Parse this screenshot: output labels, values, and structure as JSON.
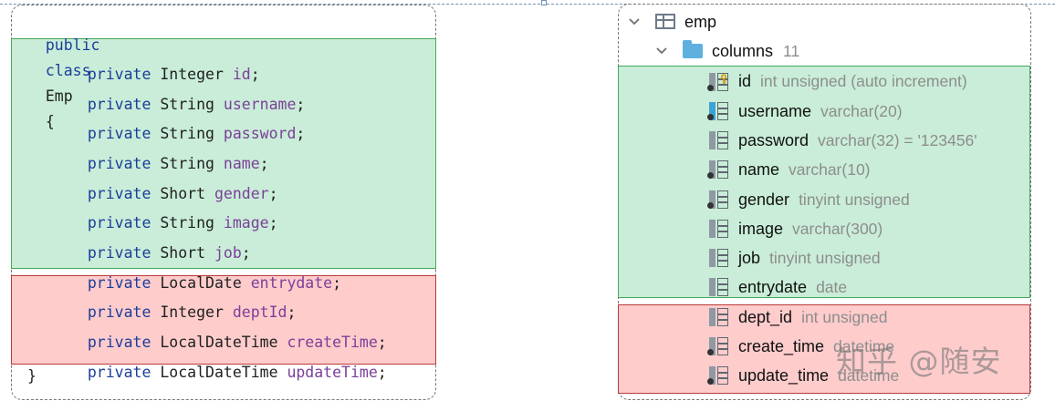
{
  "code": {
    "header": {
      "kw1": "public",
      "kw2": "class",
      "name": "Emp",
      "brace": "{"
    },
    "fields": [
      {
        "type": "Integer",
        "name": "id"
      },
      {
        "type": "String",
        "name": "username"
      },
      {
        "type": "String",
        "name": "password"
      },
      {
        "type": "String",
        "name": "name"
      },
      {
        "type": "Short",
        "name": "gender"
      },
      {
        "type": "String",
        "name": "image"
      },
      {
        "type": "Short",
        "name": "job"
      },
      {
        "type": "LocalDate",
        "name": "entrydate"
      },
      {
        "type": "Integer",
        "name": "deptId"
      },
      {
        "type": "LocalDateTime",
        "name": "createTime"
      },
      {
        "type": "LocalDateTime",
        "name": "updateTime"
      }
    ],
    "modifier": "private",
    "semicolon": ";",
    "closing": "}"
  },
  "tree": {
    "table": "emp",
    "columns_label": "columns",
    "columns_count": "11",
    "columns": [
      {
        "name": "id",
        "meta": "int unsigned (auto increment)",
        "icon": "primary-key-column-icon"
      },
      {
        "name": "username",
        "meta": "varchar(20)",
        "icon": "unique-column-icon"
      },
      {
        "name": "password",
        "meta": "varchar(32) = '123456'",
        "icon": "column-icon"
      },
      {
        "name": "name",
        "meta": "varchar(10)",
        "icon": "not-null-column-icon"
      },
      {
        "name": "gender",
        "meta": "tinyint unsigned",
        "icon": "not-null-column-icon"
      },
      {
        "name": "image",
        "meta": "varchar(300)",
        "icon": "column-icon"
      },
      {
        "name": "job",
        "meta": "tinyint unsigned",
        "icon": "column-icon"
      },
      {
        "name": "entrydate",
        "meta": "date",
        "icon": "column-icon"
      },
      {
        "name": "dept_id",
        "meta": "int unsigned",
        "icon": "column-icon"
      },
      {
        "name": "create_time",
        "meta": "datetime",
        "icon": "not-null-column-icon"
      },
      {
        "name": "update_time",
        "meta": "datetime",
        "icon": "not-null-column-icon"
      }
    ]
  },
  "watermark": "知乎 @随安",
  "colors": {
    "green_fill": "#c9edd8",
    "green_border": "#43a85a",
    "red_fill": "#ffcccc",
    "red_border": "#b93a3a"
  }
}
